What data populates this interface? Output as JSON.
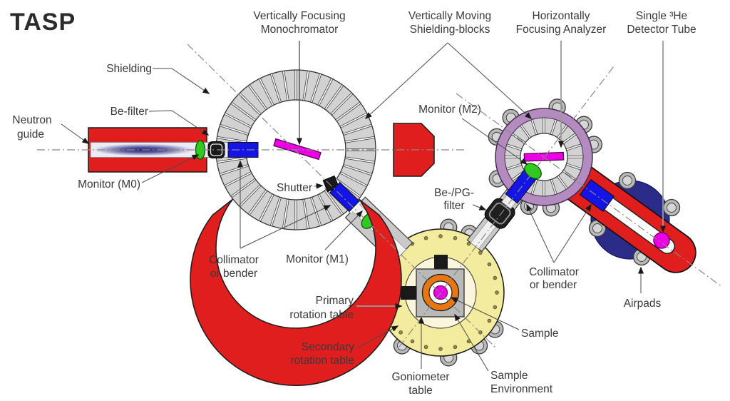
{
  "title": "TASP",
  "palette": {
    "red": "#e11e1e",
    "blockGray": "#d2d2d2",
    "purple": "#b38bbf",
    "yellow": "#f3eb9d",
    "paleYellow": "#faf5dc",
    "orange": "#e87612",
    "blue": "#1414e6",
    "green": "#2ecc1a",
    "magenta": "#ee00e6",
    "navy": "#2b2b8a",
    "tubeGray": "#c9c9c9",
    "beamNavy": "#23237a",
    "text": "#3a3a3a"
  },
  "labels": {
    "vert_foc_mono": {
      "l1": "Vertically Focusing",
      "l2": "Monochromator"
    },
    "vert_moving": {
      "l1": "Vertically Moving",
      "l2": "Shielding-blocks"
    },
    "horiz_analyzer": {
      "l1": "Horizontally",
      "l2": "Focusing Analyzer"
    },
    "single_he": {
      "l1": "Single ³He",
      "l2": "Detector Tube"
    },
    "shielding": "Shielding",
    "be_filter": "Be-filter",
    "neutron_guide": {
      "l1": "Neutron",
      "l2": "guide"
    },
    "monitor_m0": "Monitor (M0)",
    "shutter": "Shutter",
    "collimator_left": {
      "l1": "Collimator",
      "l2": "or bender"
    },
    "monitor_m1": "Monitor (M1)",
    "be_pg": {
      "l1": "Be-/PG-",
      "l2": "filter"
    },
    "monitor_m2": "Monitor (M2)",
    "primary": {
      "l1": "Primary",
      "l2": "rotation table"
    },
    "secondary": {
      "l1": "Secondary",
      "l2": "rotation table"
    },
    "goniometer": {
      "l1": "Goniometer",
      "l2": "table"
    },
    "sample": "Sample",
    "sample_env": {
      "l1": "Sample",
      "l2": "Environment"
    },
    "collimator_right": {
      "l1": "Collimator",
      "l2": "or bender"
    },
    "airpads": "Airpads"
  }
}
